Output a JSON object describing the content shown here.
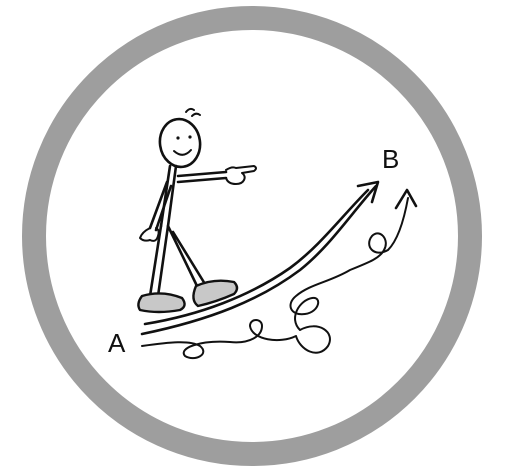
{
  "labels": {
    "start": "A",
    "end": "B"
  },
  "colors": {
    "ring": "#9e9e9e",
    "ink": "#111111",
    "shoe": "#c8c8c8",
    "background": "#ffffff"
  },
  "icons": [
    "circle-frame",
    "stick-figure",
    "pointing-hand",
    "direct-path-arrow",
    "winding-path-arrow"
  ]
}
